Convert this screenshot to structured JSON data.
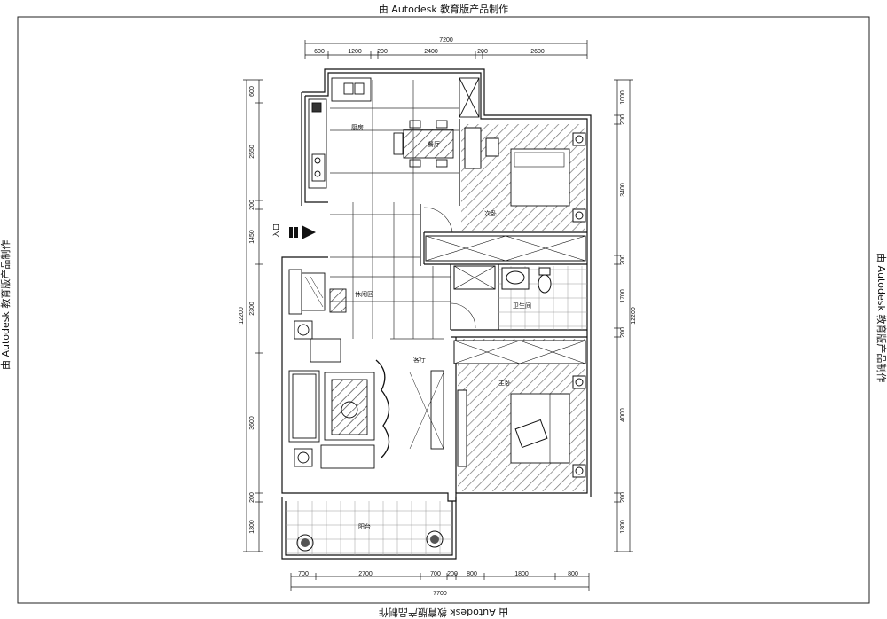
{
  "watermark": {
    "top": "由 Autodesk 教育版产品制作",
    "bottom": "由 Autodesk 教育版产品制作",
    "left": "由 Autodesk 教育版产品制作",
    "right": "由 Autodesk 教育版产品制作"
  },
  "dimensions": {
    "top_total": "7200",
    "top_segments": [
      "600",
      "1200",
      "200",
      "2400",
      "200",
      "2600"
    ],
    "bottom_total": "7700",
    "bottom_segments": [
      "700",
      "2700",
      "700",
      "200",
      "800",
      "1800",
      "800"
    ],
    "left_total": "12200",
    "left_segments": [
      "600",
      "2550",
      "200",
      "1450",
      "2300",
      "3600",
      "200",
      "1300"
    ],
    "right_total": "12200",
    "right_segments": [
      "1000",
      "200",
      "3400",
      "200",
      "1700",
      "200",
      "4000",
      "200",
      "1300"
    ]
  },
  "rooms": {
    "kitchen": "厨房",
    "dining": "餐厅",
    "second_bedroom": "次卧",
    "leisure": "休闲区",
    "bathroom": "卫生间",
    "living": "客厅",
    "master_bedroom": "主卧",
    "balcony": "阳台"
  },
  "entrance_label": "入口",
  "colors": {
    "line": "#111111",
    "background": "#ffffff"
  }
}
